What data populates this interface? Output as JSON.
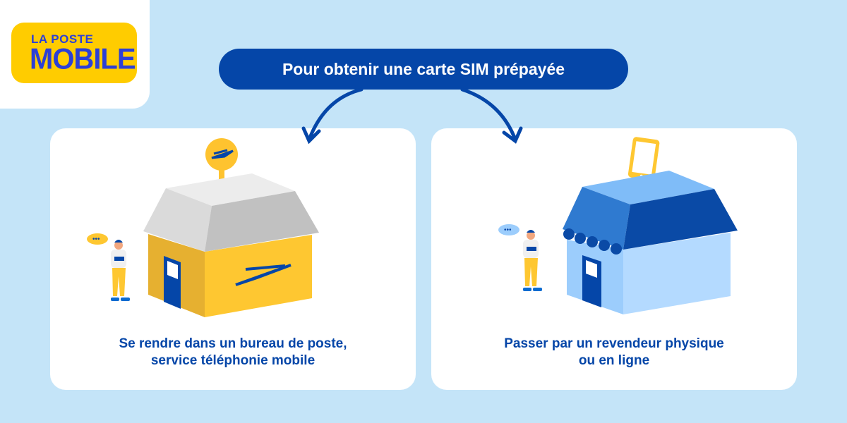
{
  "logo": {
    "line1": "LA POSTE",
    "line2": "MOBILE"
  },
  "header": {
    "title": "Pour obtenir une carte SIM prépayée"
  },
  "options": [
    {
      "line1": "Se rendre dans un bureau de poste,",
      "line2": "service téléphonie mobile"
    },
    {
      "line1": "Passer par un revendeur physique",
      "line2": "ou en ligne"
    }
  ],
  "colors": {
    "background": "#c4e4f8",
    "brand_blue": "#0546a8",
    "brand_yellow": "#ffcc00"
  }
}
